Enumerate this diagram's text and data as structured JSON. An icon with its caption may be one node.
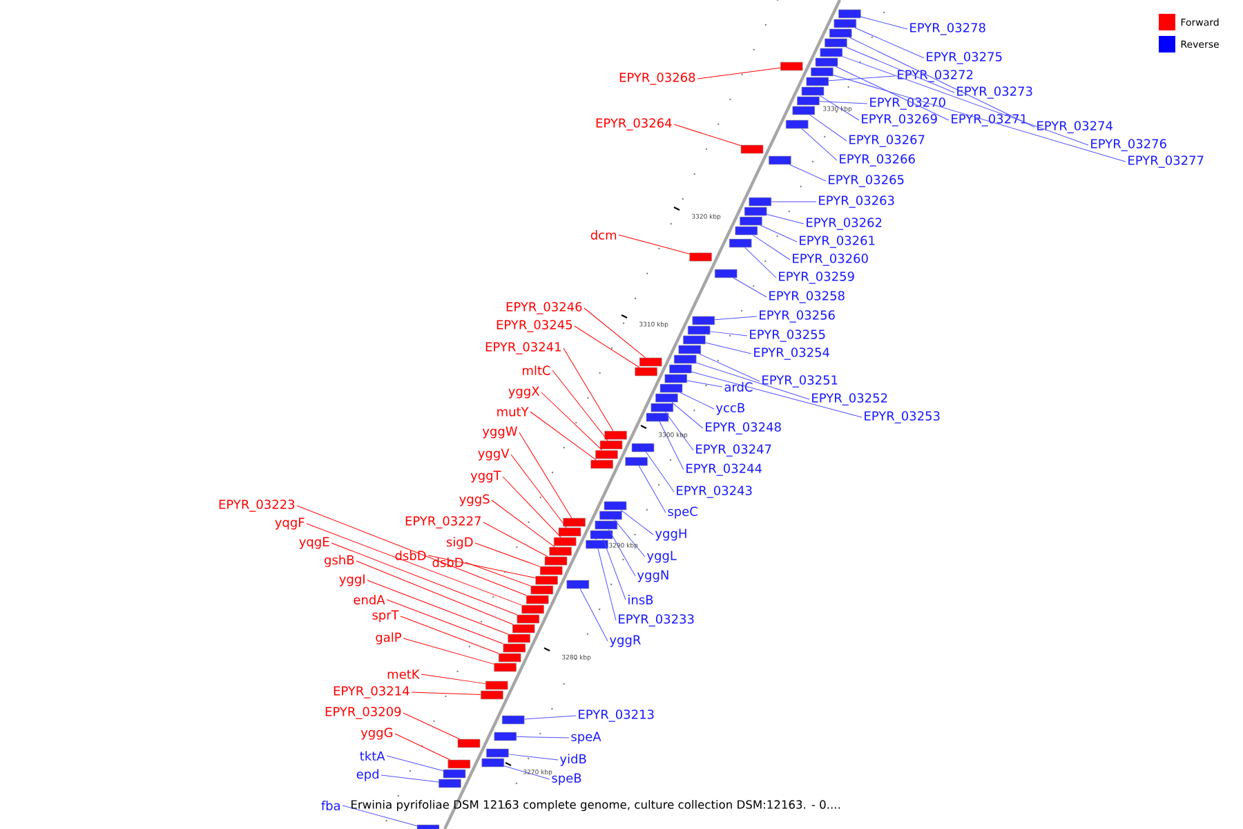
{
  "diagram": {
    "nodes": [
      {
        "text": [
          "EPYR_03278"
        ]
      },
      {
        "text": [
          "EPYR_03275"
        ]
      },
      {
        "text": [
          "EPYR_03272"
        ]
      },
      {
        "text": [
          "EPYR_03268"
        ]
      },
      {
        "text": [
          "EPYR_03273"
        ]
      },
      {
        "text": [
          "EPYR_03270"
        ]
      },
      {
        "text": [
          "EPYR_03269"
        ]
      },
      {
        "text": [
          "EPYR_03271"
        ]
      },
      {
        "text": [
          "EPYR_03264"
        ]
      },
      {
        "text": [
          "EPYR_03274"
        ]
      },
      {
        "text": [
          "EPYR_03267"
        ]
      },
      {
        "text": [
          "EPYR_03276"
        ]
      },
      {
        "text": [
          "EPYR_03266"
        ]
      },
      {
        "text": [
          "EPYR_03277"
        ]
      },
      {
        "text": [
          "EPYR_03265"
        ]
      },
      {
        "text": [
          "EPYR_03263"
        ]
      },
      {
        "text": [
          "EPYR_03262"
        ]
      },
      {
        "text": [
          "dcm"
        ]
      },
      {
        "text": [
          "EPYR_03261"
        ]
      },
      {
        "text": [
          "EPYR_03260"
        ]
      },
      {
        "text": [
          "EPYR_03259"
        ]
      },
      {
        "text": [
          "EPYR_03258"
        ]
      },
      {
        "text": [
          "EPYR_03246"
        ]
      },
      {
        "text": [
          "EPYR_03256"
        ]
      },
      {
        "text": [
          "EPYR_03245"
        ]
      },
      {
        "text": [
          "EPYR_03255"
        ]
      },
      {
        "text": [
          "EPYR_03241"
        ]
      },
      {
        "text": [
          "EPYR_03254"
        ]
      },
      {
        "text": [
          "mltC"
        ]
      },
      {
        "text": [
          "EPYR_03251"
        ]
      },
      {
        "text": [
          "ardC"
        ]
      },
      {
        "text": [
          "yggX"
        ]
      },
      {
        "text": [
          "EPYR_03252"
        ]
      },
      {
        "text": [
          "yccB"
        ]
      },
      {
        "text": [
          "mutY"
        ]
      },
      {
        "text": [
          "EPYR_03253"
        ]
      },
      {
        "text": [
          "EPYR_03248"
        ]
      },
      {
        "text": [
          "yggW"
        ]
      },
      {
        "text": [
          "EPYR_03247"
        ]
      },
      {
        "text": [
          "yggV"
        ]
      },
      {
        "text": [
          "EPYR_03244"
        ]
      },
      {
        "text": [
          "yggT"
        ]
      },
      {
        "text": [
          "EPYR_03243"
        ]
      },
      {
        "text": [
          "yggS"
        ]
      },
      {
        "text": [
          "EPYR_03223"
        ]
      },
      {
        "text": [
          "speC"
        ]
      },
      {
        "text": [
          "EPYR_03227"
        ]
      },
      {
        "text": [
          "yqgF"
        ]
      },
      {
        "text": [
          "yggH"
        ]
      },
      {
        "text": [
          "sigD"
        ]
      },
      {
        "text": [
          "yqgE"
        ]
      },
      {
        "text": [
          "dsbD"
        ]
      },
      {
        "text": [
          "yggL"
        ]
      },
      {
        "text": [
          "gshB"
        ]
      },
      {
        "text": [
          "dsbD"
        ]
      },
      {
        "text": [
          "yggN"
        ]
      },
      {
        "text": [
          "yggI"
        ]
      },
      {
        "text": [
          "insB"
        ]
      },
      {
        "text": [
          "endA"
        ]
      },
      {
        "text": [
          "sprT"
        ]
      },
      {
        "text": [
          "EPYR_03233"
        ]
      },
      {
        "text": [
          "galP"
        ]
      },
      {
        "text": [
          "yggR"
        ]
      },
      {
        "text": [
          "metK"
        ]
      },
      {
        "text": [
          "EPYR_03214"
        ]
      },
      {
        "text": [
          "EPYR_03209"
        ]
      },
      {
        "text": [
          "EPYR_03213"
        ]
      },
      {
        "text": [
          "yggG"
        ]
      },
      {
        "text": [
          "speA"
        ]
      },
      {
        "text": [
          "tktA"
        ]
      },
      {
        "text": [
          "yidB"
        ]
      },
      {
        "text": [
          "epd"
        ]
      },
      {
        "text": [
          "speB"
        ]
      },
      {
        "text": [
          "fba"
        ]
      },
      {
        "text": [],
        "shape": "box"
      },
      {
        "text": [],
        "shape": "box"
      },
      {
        "text": [],
        "shape": "box"
      },
      {
        "text": [],
        "shape": "box"
      },
      {
        "text": [],
        "shape": "box"
      },
      {
        "text": [],
        "shape": "box"
      },
      {
        "text": [],
        "shape": "box"
      },
      {
        "text": [],
        "shape": "box"
      },
      {
        "text": [],
        "shape": "box"
      },
      {
        "text": [],
        "shape": "box"
      },
      {
        "text": [],
        "shape": "box"
      },
      {
        "text": [],
        "shape": "box"
      },
      {
        "text": [],
        "shape": "box"
      },
      {
        "text": [],
        "shape": "box"
      },
      {
        "text": [],
        "shape": "box"
      },
      {
        "text": [],
        "shape": "box"
      },
      {
        "text": [],
        "shape": "box"
      },
      {
        "text": [],
        "shape": "box"
      },
      {
        "text": [],
        "shape": "box"
      },
      {
        "text": [],
        "shape": "box"
      },
      {
        "text": [],
        "shape": "box"
      },
      {
        "text": [],
        "shape": "box"
      },
      {
        "text": [],
        "shape": "box"
      },
      {
        "text": [],
        "shape": "box"
      },
      {
        "text": [],
        "shape": "box"
      },
      {
        "text": [],
        "shape": "box"
      },
      {
        "text": [],
        "shape": "box"
      },
      {
        "text": [],
        "shape": "box"
      },
      {
        "text": [],
        "shape": "box"
      },
      {
        "text": [],
        "shape": "box"
      },
      {
        "text": [],
        "shape": "box"
      },
      {
        "text": [],
        "shape": "box"
      },
      {
        "text": [],
        "shape": "box"
      },
      {
        "text": [],
        "shape": "box"
      },
      {
        "text": [],
        "shape": "box"
      },
      {
        "text": [],
        "shape": "box"
      },
      {
        "text": [],
        "shape": "box"
      },
      {
        "text": [],
        "shape": "box"
      },
      {
        "text": [],
        "shape": "box"
      },
      {
        "text": [],
        "shape": "box"
      },
      {
        "text": [],
        "shape": "box"
      },
      {
        "text": [],
        "shape": "box"
      },
      {
        "text": [],
        "shape": "box"
      },
      {
        "text": [],
        "shape": "box"
      },
      {
        "text": [],
        "shape": "box"
      },
      {
        "text": [],
        "shape": "box"
      },
      {
        "text": [],
        "shape": "box"
      },
      {
        "text": [],
        "shape": "box"
      },
      {
        "text": [],
        "shape": "box"
      },
      {
        "text": [],
        "shape": "box"
      },
      {
        "text": [],
        "shape": "box"
      },
      {
        "text": [],
        "shape": "box"
      },
      {
        "text": [],
        "shape": "box"
      },
      {
        "text": [],
        "shape": "box"
      },
      {
        "text": [],
        "shape": "box"
      },
      {
        "text": [],
        "shape": "box"
      },
      {
        "text": [],
        "shape": "box"
      },
      {
        "text": [],
        "shape": "box"
      },
      {
        "text": [],
        "shape": "box"
      },
      {
        "text": [],
        "shape": "box"
      },
      {
        "text": [],
        "shape": "box"
      },
      {
        "text": [],
        "shape": "box"
      },
      {
        "text": [],
        "shape": "box"
      },
      {
        "text": [],
        "shape": "box"
      },
      {
        "text": [],
        "shape": "box"
      },
      {
        "text": [],
        "shape": "box"
      },
      {
        "text": [],
        "shape": "box"
      },
      {
        "text": [],
        "shape": "box"
      },
      {
        "text": [],
        "shape": "box"
      },
      {
        "text": [],
        "shape": "box"
      },
      {
        "text": [],
        "shape": "box"
      },
      {
        "text": [],
        "shape": "box"
      },
      {
        "text": [],
        "shape": "box"
      },
      {
        "text": [],
        "shape": "box"
      }
    ],
    "edges": [
      {
        "from": 0,
        "to": 74,
        "arrow": "none"
      },
      {
        "from": 1,
        "to": 75,
        "arrow": "none"
      },
      {
        "from": 2,
        "to": 76,
        "arrow": "none"
      },
      {
        "from": 3,
        "to": 77,
        "arrow": "none",
        "color": "#ff0000"
      },
      {
        "from": 4,
        "to": 78,
        "arrow": "none"
      },
      {
        "from": 5,
        "to": 79,
        "arrow": "none"
      },
      {
        "from": 6,
        "to": 80,
        "arrow": "none"
      },
      {
        "from": 7,
        "to": 81,
        "arrow": "none"
      },
      {
        "from": 8,
        "to": 82,
        "arrow": "none",
        "color": "#ff0000"
      },
      {
        "from": 9,
        "to": 83,
        "arrow": "none"
      },
      {
        "from": 10,
        "to": 84,
        "arrow": "none"
      },
      {
        "from": 11,
        "to": 85,
        "arrow": "none"
      },
      {
        "from": 12,
        "to": 86,
        "arrow": "none"
      },
      {
        "from": 13,
        "to": 87,
        "arrow": "none"
      },
      {
        "from": 14,
        "to": 88,
        "arrow": "none"
      },
      {
        "from": 15,
        "to": 89,
        "arrow": "none"
      },
      {
        "from": 16,
        "to": 90,
        "arrow": "none"
      },
      {
        "from": 17,
        "to": 91,
        "arrow": "none",
        "color": "#ff0000"
      },
      {
        "from": 18,
        "to": 92,
        "arrow": "none"
      },
      {
        "from": 19,
        "to": 93,
        "arrow": "none"
      },
      {
        "from": 20,
        "to": 94,
        "arrow": "none"
      },
      {
        "from": 21,
        "to": 95,
        "arrow": "none"
      },
      {
        "from": 22,
        "to": 96,
        "arrow": "none",
        "color": "#ff0000"
      },
      {
        "from": 23,
        "to": 97,
        "arrow": "none"
      },
      {
        "from": 24,
        "to": 98,
        "arrow": "none",
        "color": "#ff0000"
      },
      {
        "from": 25,
        "to": 99,
        "arrow": "none"
      },
      {
        "from": 26,
        "to": 100,
        "arrow": "none",
        "color": "#ff0000"
      },
      {
        "from": 27,
        "to": 101,
        "arrow": "none"
      },
      {
        "from": 28,
        "to": 102,
        "arrow": "none",
        "color": "#ff0000"
      },
      {
        "from": 29,
        "to": 103,
        "arrow": "none"
      },
      {
        "from": 30,
        "to": 104,
        "arrow": "none"
      },
      {
        "from": 31,
        "to": 105,
        "arrow": "none",
        "color": "#ff0000"
      },
      {
        "from": 32,
        "to": 106,
        "arrow": "none"
      },
      {
        "from": 33,
        "to": 107,
        "arrow": "none"
      },
      {
        "from": 34,
        "to": 108,
        "arrow": "none",
        "color": "#ff0000"
      },
      {
        "from": 35,
        "to": 109,
        "arrow": "none"
      },
      {
        "from": 36,
        "to": 110,
        "arrow": "none"
      },
      {
        "from": 37,
        "to": 111,
        "arrow": "none",
        "color": "#ff0000"
      },
      {
        "from": 38,
        "to": 112,
        "arrow": "none"
      },
      {
        "from": 39,
        "to": 113,
        "arrow": "none",
        "color": "#ff0000"
      },
      {
        "from": 40,
        "to": 114,
        "arrow": "none"
      },
      {
        "from": 41,
        "to": 115,
        "arrow": "none",
        "color": "#ff0000"
      },
      {
        "from": 42,
        "to": 116,
        "arrow": "none"
      },
      {
        "from": 43,
        "to": 117,
        "arrow": "none",
        "color": "#ff0000"
      },
      {
        "from": 44,
        "to": 118,
        "arrow": "none",
        "color": "#ff0000"
      },
      {
        "from": 45,
        "to": 119,
        "arrow": "none"
      },
      {
        "from": 46,
        "to": 120,
        "arrow": "none",
        "color": "#ff0000"
      },
      {
        "from": 47,
        "to": 121,
        "arrow": "none",
        "color": "#ff0000"
      },
      {
        "from": 48,
        "to": 122,
        "arrow": "none"
      },
      {
        "from": 49,
        "to": 123,
        "arrow": "none",
        "color": "#ff0000"
      },
      {
        "from": 50,
        "to": 124,
        "arrow": "none",
        "color": "#ff0000"
      },
      {
        "from": 51,
        "to": 125,
        "arrow": "none",
        "color": "#ff0000"
      },
      {
        "from": 52,
        "to": 126,
        "arrow": "none"
      },
      {
        "from": 53,
        "to": 127,
        "arrow": "none",
        "color": "#ff0000"
      },
      {
        "from": 54,
        "to": 128,
        "arrow": "none",
        "color": "#ff0000"
      },
      {
        "from": 55,
        "to": 129,
        "arrow": "none"
      },
      {
        "from": 56,
        "to": 130,
        "arrow": "none",
        "color": "#ff0000"
      },
      {
        "from": 57,
        "to": 131,
        "arrow": "none"
      },
      {
        "from": 58,
        "to": 132,
        "arrow": "none",
        "color": "#ff0000"
      },
      {
        "from": 59,
        "to": 133,
        "arrow": "none",
        "color": "#ff0000"
      },
      {
        "from": 60,
        "to": 134,
        "arrow": "none"
      },
      {
        "from": 61,
        "to": 135,
        "arrow": "none",
        "color": "#ff0000"
      },
      {
        "from": 62,
        "to": 136,
        "arrow": "none"
      },
      {
        "from": 63,
        "to": 137,
        "arrow": "none",
        "color": "#ff0000"
      },
      {
        "from": 64,
        "to": 138,
        "arrow": "none",
        "color": "#ff0000"
      },
      {
        "from": 65,
        "to": 139,
        "arrow": "none",
        "color": "#ff0000"
      },
      {
        "from": 66,
        "to": 140,
        "arrow": "none"
      },
      {
        "from": 67,
        "to": 141,
        "arrow": "none",
        "color": "#ff0000"
      },
      {
        "from": 68,
        "to": 142,
        "arrow": "none"
      },
      {
        "from": 69,
        "to": 143,
        "arrow": "none"
      },
      {
        "from": 70,
        "to": 144,
        "arrow": "none"
      },
      {
        "from": 71,
        "to": 145,
        "arrow": "none"
      },
      {
        "from": 72,
        "to": 146,
        "arrow": "none"
      },
      {
        "from": 73,
        "to": 147,
        "arrow": "none"
      }
    ],
    "labels": [
      "3330 kbp",
      "3320 kbp",
      "3310 kbp",
      "3300 kbp",
      "3290 kbp",
      "3280 kbp",
      "3270 kbp",
      "Erwinia pyrifoliae DSM 12163 complete genome, culture collection DSM:12163. - 0...."
    ],
    "legend": [
      {
        "text": "Forward",
        "color": "#ff0000"
      },
      {
        "text": "Reverse",
        "color": "#0000ff"
      }
    ]
  }
}
